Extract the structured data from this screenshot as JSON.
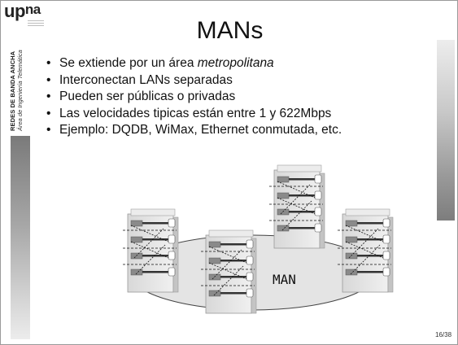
{
  "logo": {
    "text_main": "up",
    "text_sup": "na"
  },
  "sidebar": {
    "caption_line1": "REDES DE BANDA ANCHA",
    "caption_line2": "Área de Ingeniería Telemática"
  },
  "slide": {
    "title": "MANs",
    "bullets": [
      {
        "pre": "Se extiende por un área ",
        "italic": "metropolitana",
        "post": ""
      },
      {
        "pre": "Interconectan LANs separadas",
        "italic": "",
        "post": ""
      },
      {
        "pre": "Pueden ser públicas o privadas",
        "italic": "",
        "post": ""
      },
      {
        "pre": "Las velocidades tipicas están entre 1 y 622Mbps",
        "italic": "",
        "post": ""
      },
      {
        "pre": "Ejemplo: DQDB,  WiMax, Ethernet conmutada, etc.",
        "italic": "",
        "post": ""
      }
    ],
    "bullet_glyph": "•",
    "diagram_label": "MAN",
    "page_number": "16/38"
  },
  "colors": {
    "rack_light": "#e2e2e2",
    "rack_dark": "#8a8a8a",
    "ellipse_fill": "#e4e4e4"
  }
}
